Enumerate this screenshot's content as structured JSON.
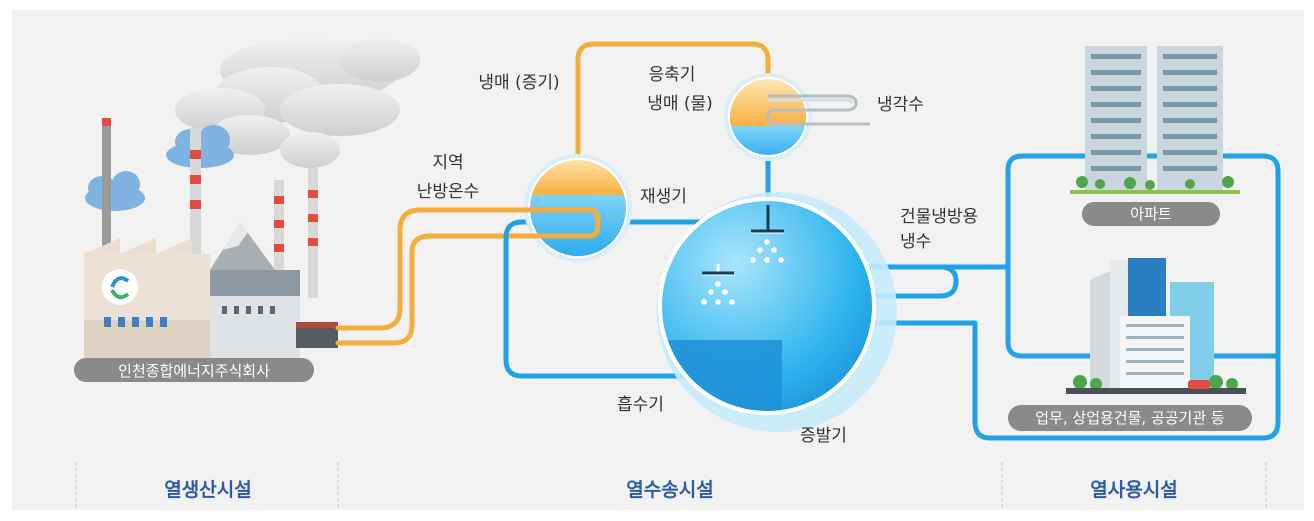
{
  "diagram": {
    "labels": {
      "plant": "인천종합에너지주식회사",
      "district_heating_1": "지역",
      "district_heating_2": "난방온수",
      "refrigerant_vapor": "냉매 (증기)",
      "condenser": "응축기",
      "refrigerant_water": "냉매 (물)",
      "cooling_water": "냉각수",
      "regenerator": "재생기",
      "cooling_supply_1": "건물냉방용",
      "cooling_supply_2": "냉수",
      "absorber": "흡수기",
      "evaporator": "증발기",
      "apartment": "아파트",
      "commercial": "업무, 상업용건물, 공공기관 등"
    },
    "sections": {
      "production": "열생산시설",
      "transport": "열수송시설",
      "usage": "열사용시설"
    },
    "colors": {
      "hot_pipe": "#f5ad3c",
      "cold_pipe": "#1fa3e6",
      "section_text": "#2f5aa8",
      "badge": "#8a8a8a"
    }
  }
}
